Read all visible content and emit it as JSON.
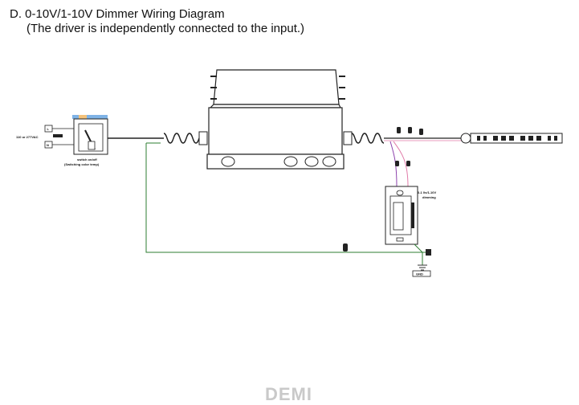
{
  "title": "D. 0-10V/1-10V  Dimmer Wiring Diagram",
  "subtitle": "(The driver is independently connected to the input.)",
  "labels": {
    "line": "L",
    "neutral": "N",
    "input_voltage": "110 or 277VAC",
    "switch": "switch on/off",
    "switch_note": "(Switching color temp)",
    "dimmer": "0-1 0v/1-10V",
    "dimming": "dimming",
    "ground": "GND"
  },
  "watermark": "DEMI",
  "colors": {
    "ground_wire": "#2e7d32",
    "dim_purple": "#8e44ad",
    "dim_pink": "#e07aa8",
    "line_black": "#222222"
  }
}
